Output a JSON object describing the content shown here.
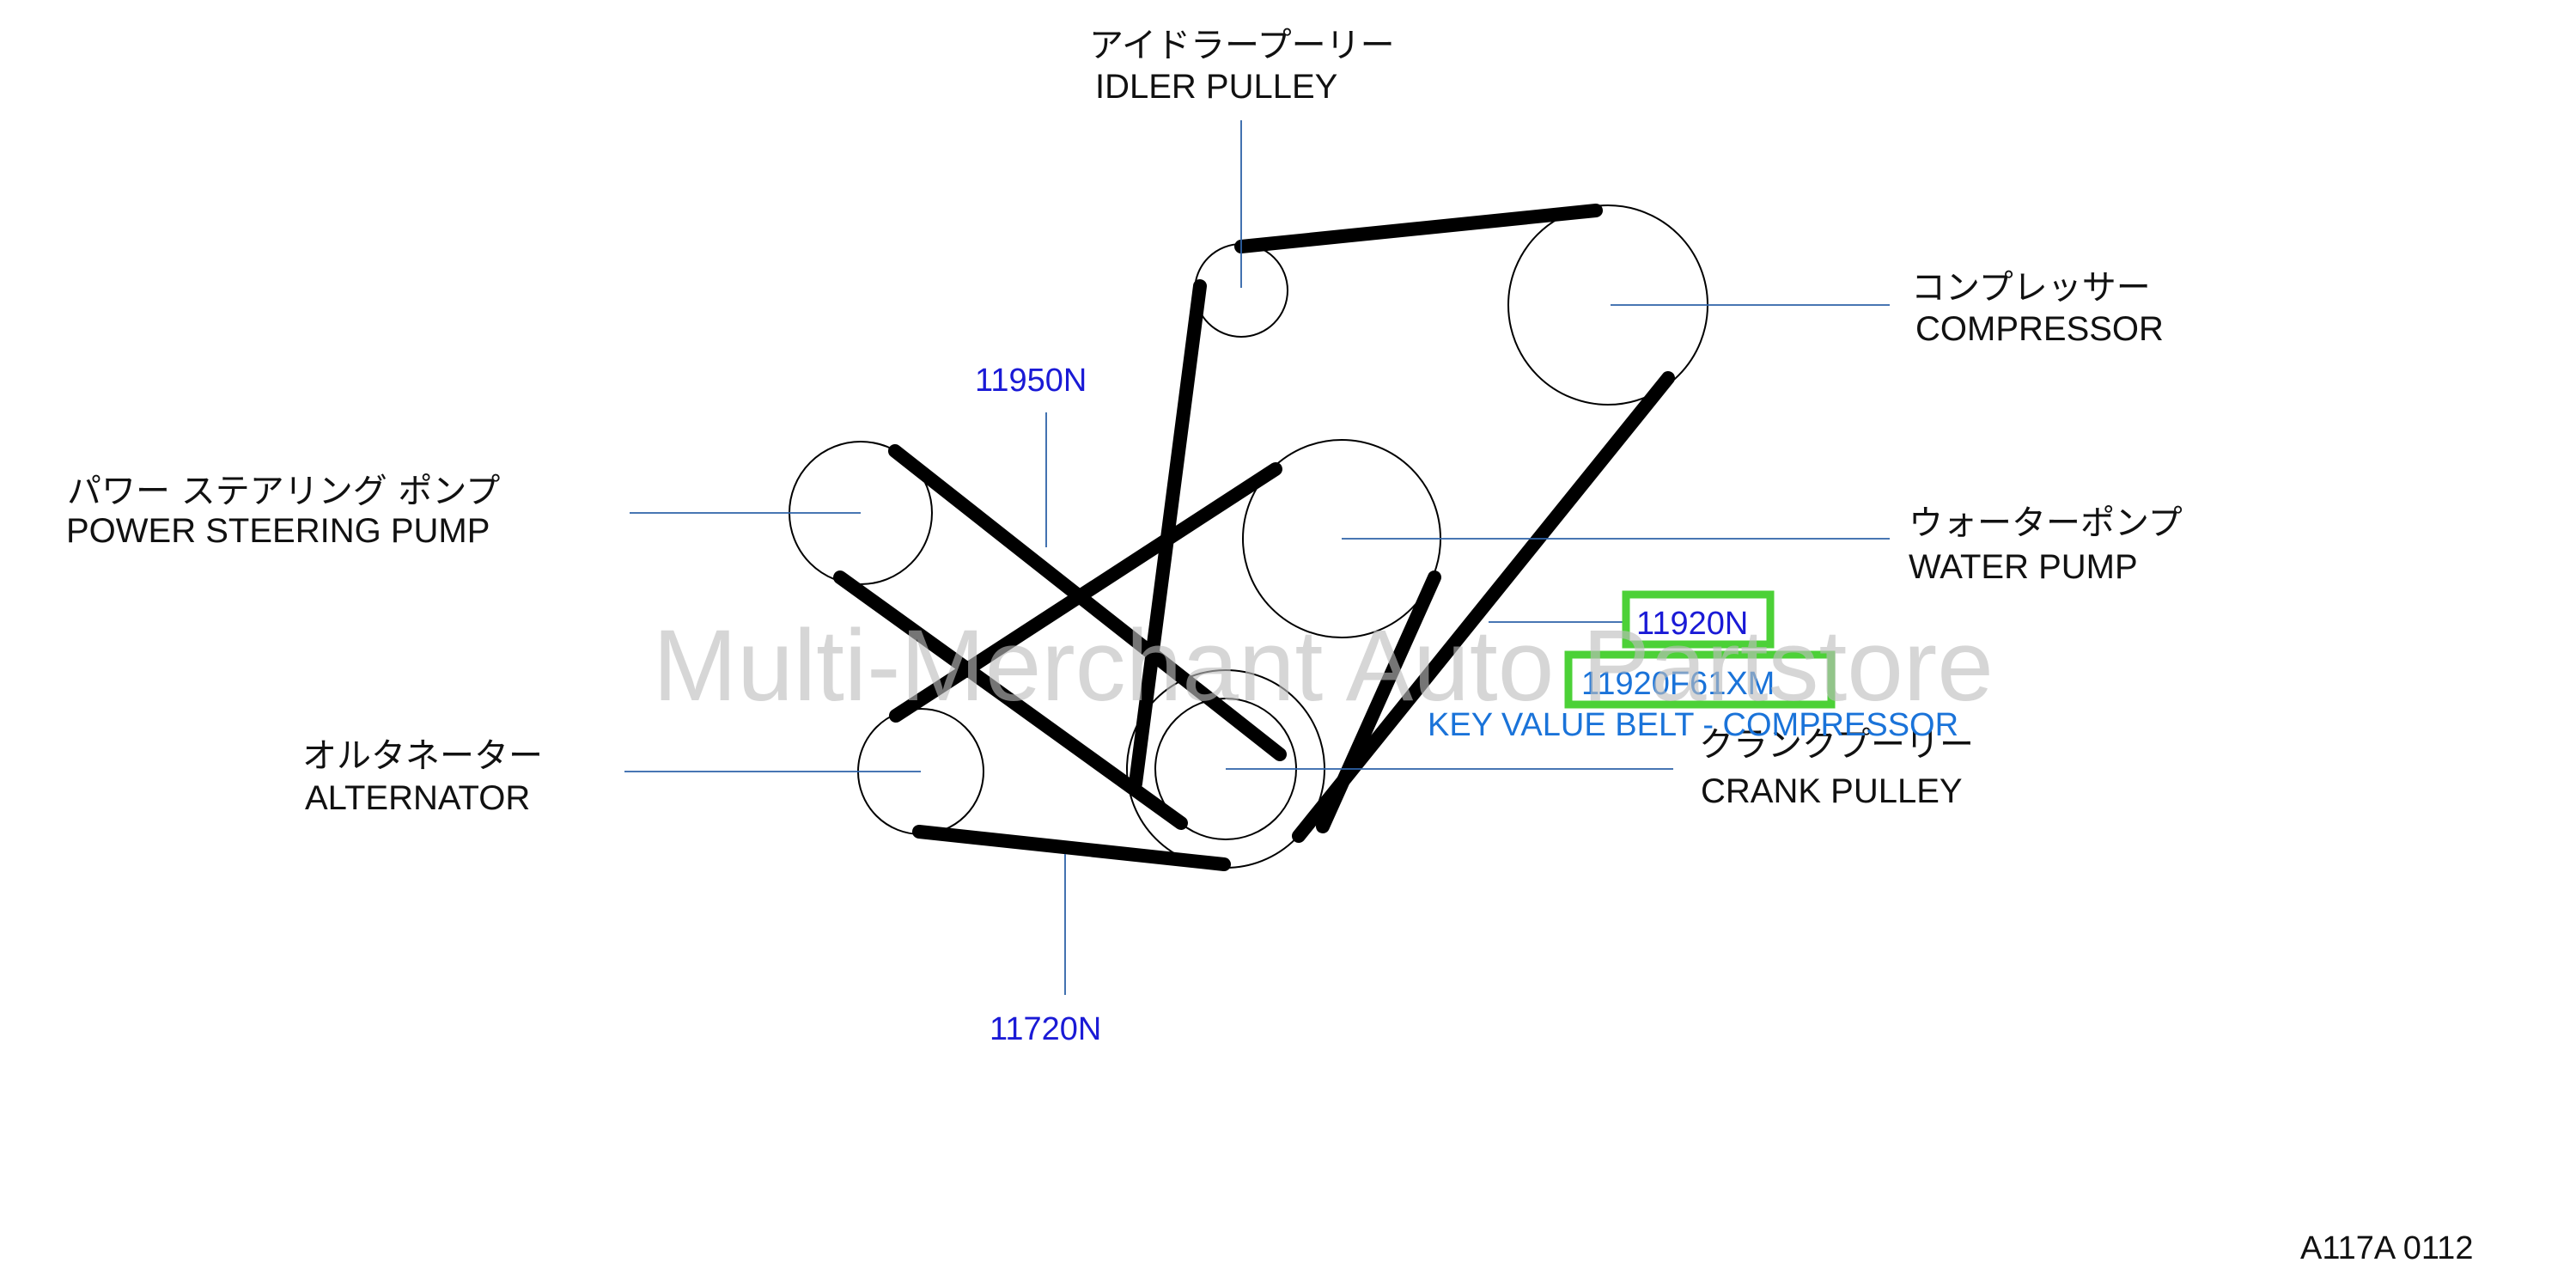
{
  "labels": {
    "idler": {
      "jp": "アイドラープーリー",
      "en": "IDLER  PULLEY"
    },
    "compressor": {
      "jp": "コンプレッサー",
      "en": "COMPRESSOR"
    },
    "power_steering": {
      "jp": "パワー ステアリング ポンプ",
      "en": "POWER  STEERING  PUMP"
    },
    "water_pump": {
      "jp": "ウォーターポンプ",
      "en": "WATER  PUMP"
    },
    "alternator": {
      "jp": "オルタネーター",
      "en": "ALTERNATOR"
    },
    "crank": {
      "jp": "クランクプーリー",
      "en": "CRANK  PULLEY"
    }
  },
  "part_numbers": {
    "belt_ps": "11950N",
    "belt_alt": "11720N",
    "belt_comp": "11920N",
    "belt_comp_part": "11920F61XM"
  },
  "description": "KEY VALUE BELT - COMPRESSOR",
  "watermark": "Multi-Merchant Auto Partstore",
  "figure_code": "A117A   0112",
  "colors": {
    "part_number": "#1a1ad6",
    "description": "#1a73d9",
    "highlight": "#4cd137",
    "leader": "#2e63a8",
    "belt": "#000000"
  }
}
